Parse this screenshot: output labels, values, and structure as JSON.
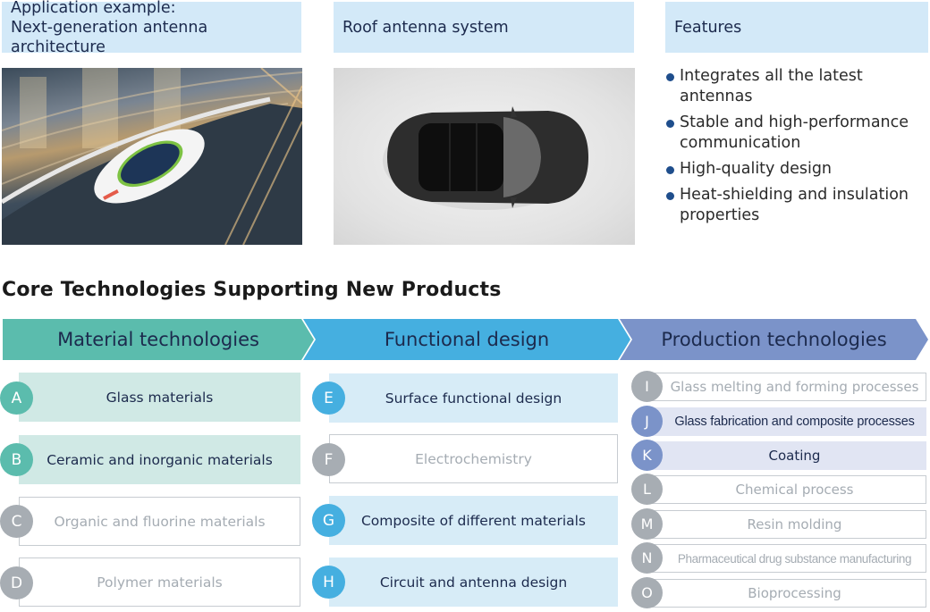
{
  "top": {
    "application": {
      "title_line1": "Application example:",
      "title_line2": "Next-generation antenna architecture",
      "image": "car-on-highway-photo"
    },
    "roof": {
      "title": "Roof antenna system",
      "image": "car-top-view-photo"
    },
    "features": {
      "title": "Features",
      "items": [
        "Integrates all the latest antennas",
        "Stable and high-performance communication",
        "High-quality design",
        "Heat-shielding and insulation properties"
      ]
    }
  },
  "core": {
    "title": "Core Technologies Supporting New Products",
    "columns": [
      {
        "label": "Material technologies",
        "color": "#5bbcad",
        "items": [
          {
            "letter": "A",
            "label": "Glass materials",
            "active": true
          },
          {
            "letter": "B",
            "label": "Ceramic and inorganic materials",
            "active": true
          },
          {
            "letter": "C",
            "label": "Organic and fluorine materials",
            "active": false
          },
          {
            "letter": "D",
            "label": "Polymer materials",
            "active": false
          }
        ]
      },
      {
        "label": "Functional design",
        "color": "#45afe0",
        "items": [
          {
            "letter": "E",
            "label": "Surface functional design",
            "active": true
          },
          {
            "letter": "F",
            "label": "Electrochemistry",
            "active": false
          },
          {
            "letter": "G",
            "label": "Composite of different materials",
            "active": true
          },
          {
            "letter": "H",
            "label": "Circuit and antenna design",
            "active": true
          }
        ]
      },
      {
        "label": "Production technologies",
        "color": "#7b93c9",
        "items": [
          {
            "letter": "I",
            "label": "Glass melting and forming processes",
            "active": false
          },
          {
            "letter": "J",
            "label": "Glass fabrication and composite processes",
            "active": true
          },
          {
            "letter": "K",
            "label": "Coating",
            "active": true
          },
          {
            "letter": "L",
            "label": "Chemical process",
            "active": false
          },
          {
            "letter": "M",
            "label": "Resin molding",
            "active": false
          },
          {
            "letter": "N",
            "label": "Pharmaceutical drug substance manufacturing",
            "active": false
          },
          {
            "letter": "O",
            "label": "Bioprocessing",
            "active": false
          }
        ]
      }
    ],
    "inactive_color": "#a7adb3"
  }
}
